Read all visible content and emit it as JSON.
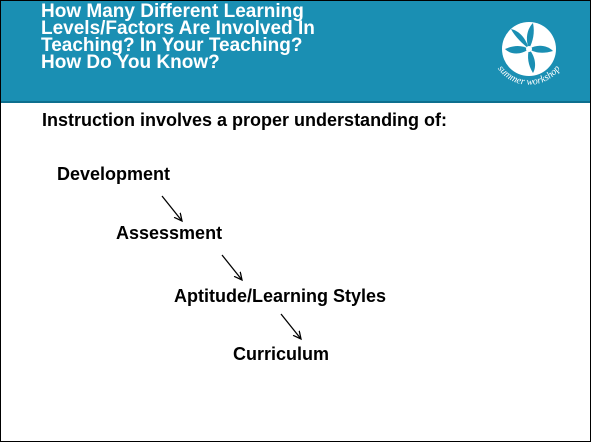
{
  "slide": {
    "title": "How Many Different Learning\nLevels/Factors Are Involved In\nTeaching? In Your Teaching?\nHow Do You Know?",
    "logo_text": "summer workshop",
    "intro": "Instruction involves a proper understanding of:",
    "levels": [
      {
        "label": "Development"
      },
      {
        "label": "Assessment"
      },
      {
        "label": "Aptitude/Learning Styles"
      },
      {
        "label": "Curriculum"
      }
    ]
  },
  "colors": {
    "header_bg": "#1a8fb3",
    "title_text": "#ffffff",
    "body_text": "#000000"
  },
  "icons": [
    "summer-workshop-logo-icon",
    "arrow-down-right-icon"
  ]
}
